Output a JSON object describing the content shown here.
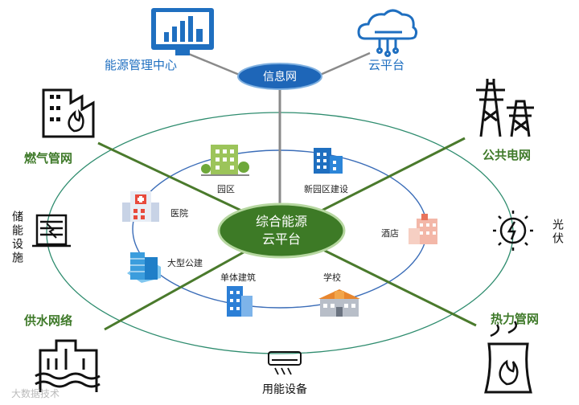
{
  "hub": {
    "line1": "综合能源",
    "line2": "云平台"
  },
  "info_net": "信息网",
  "top": {
    "energy_center": "能源管理中心",
    "cloud": "云平台"
  },
  "outer": {
    "gas": "燃气管网",
    "power": "公共电网",
    "water": "供水网络",
    "heat": "热力管网",
    "storage": "储能设施",
    "pv": "光伏",
    "devices": "用能设备"
  },
  "inner": {
    "park": "园区",
    "new_park": "新园区建设",
    "hospital": "医院",
    "hotel": "酒店",
    "public_building": "大型公建",
    "single_building": "单体建筑",
    "school": "学校"
  },
  "watermark": "大数据技术",
  "colors": {
    "green_line": "#4a7a2c",
    "hub": "#3d7a26",
    "blue": "#1f6fc0",
    "ring": "#2e8c6e",
    "inner_ring": "#3b6db8"
  }
}
